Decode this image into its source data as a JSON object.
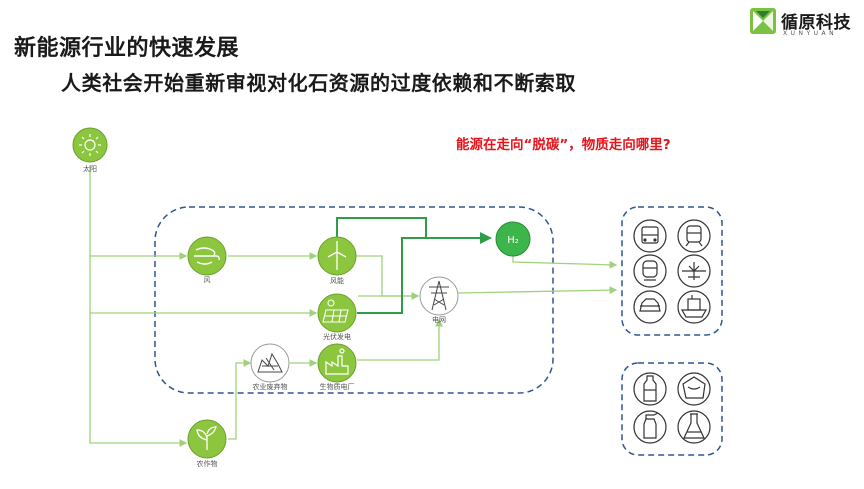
{
  "header": {
    "title": "新能源行业的快速发展",
    "subtitle": "人类社会开始重新审视对化石资源的过度依赖和不断索取"
  },
  "logo": {
    "name": "循原科技",
    "pinyin": "XUNYUAN",
    "brand_color": "#7cc242"
  },
  "question": "能源在走向“脱碳”，物质走向哪里?",
  "nodes": {
    "sun": {
      "label": "太阳",
      "icon": "sun-icon"
    },
    "wind": {
      "label": "风",
      "icon": "wind-icon"
    },
    "wind_power": {
      "label": "风能",
      "icon": "wind-turbine-icon"
    },
    "solar_power": {
      "label": "光伏发电",
      "icon": "solar-panel-icon"
    },
    "grid": {
      "label": "电网",
      "icon": "power-tower-icon"
    },
    "h2": {
      "label": "H₂",
      "icon": "hydrogen-icon"
    },
    "agri_waste": {
      "label": "农业废弃物",
      "icon": "waste-pile-icon"
    },
    "biomass_plant": {
      "label": "生物质电厂",
      "icon": "factory-icon"
    },
    "crops": {
      "label": "农作物",
      "icon": "sprout-icon"
    }
  },
  "transport_icons": [
    "bus-icon",
    "subway-icon",
    "train-icon",
    "airplane-icon",
    "car-icon",
    "ship-icon"
  ],
  "material_icons": [
    "bottle-icon",
    "bag-icon",
    "spray-bottle-icon",
    "flask-icon"
  ],
  "colors": {
    "node_fill": "#8cc63f",
    "node_stroke": "#6aa02c",
    "h2_fill": "#3cb54a",
    "thin_arrow": "#9fd27a",
    "bold_arrow": "#2e9e46",
    "dashed_box": "#2f5592",
    "question_red": "#e2141c"
  }
}
